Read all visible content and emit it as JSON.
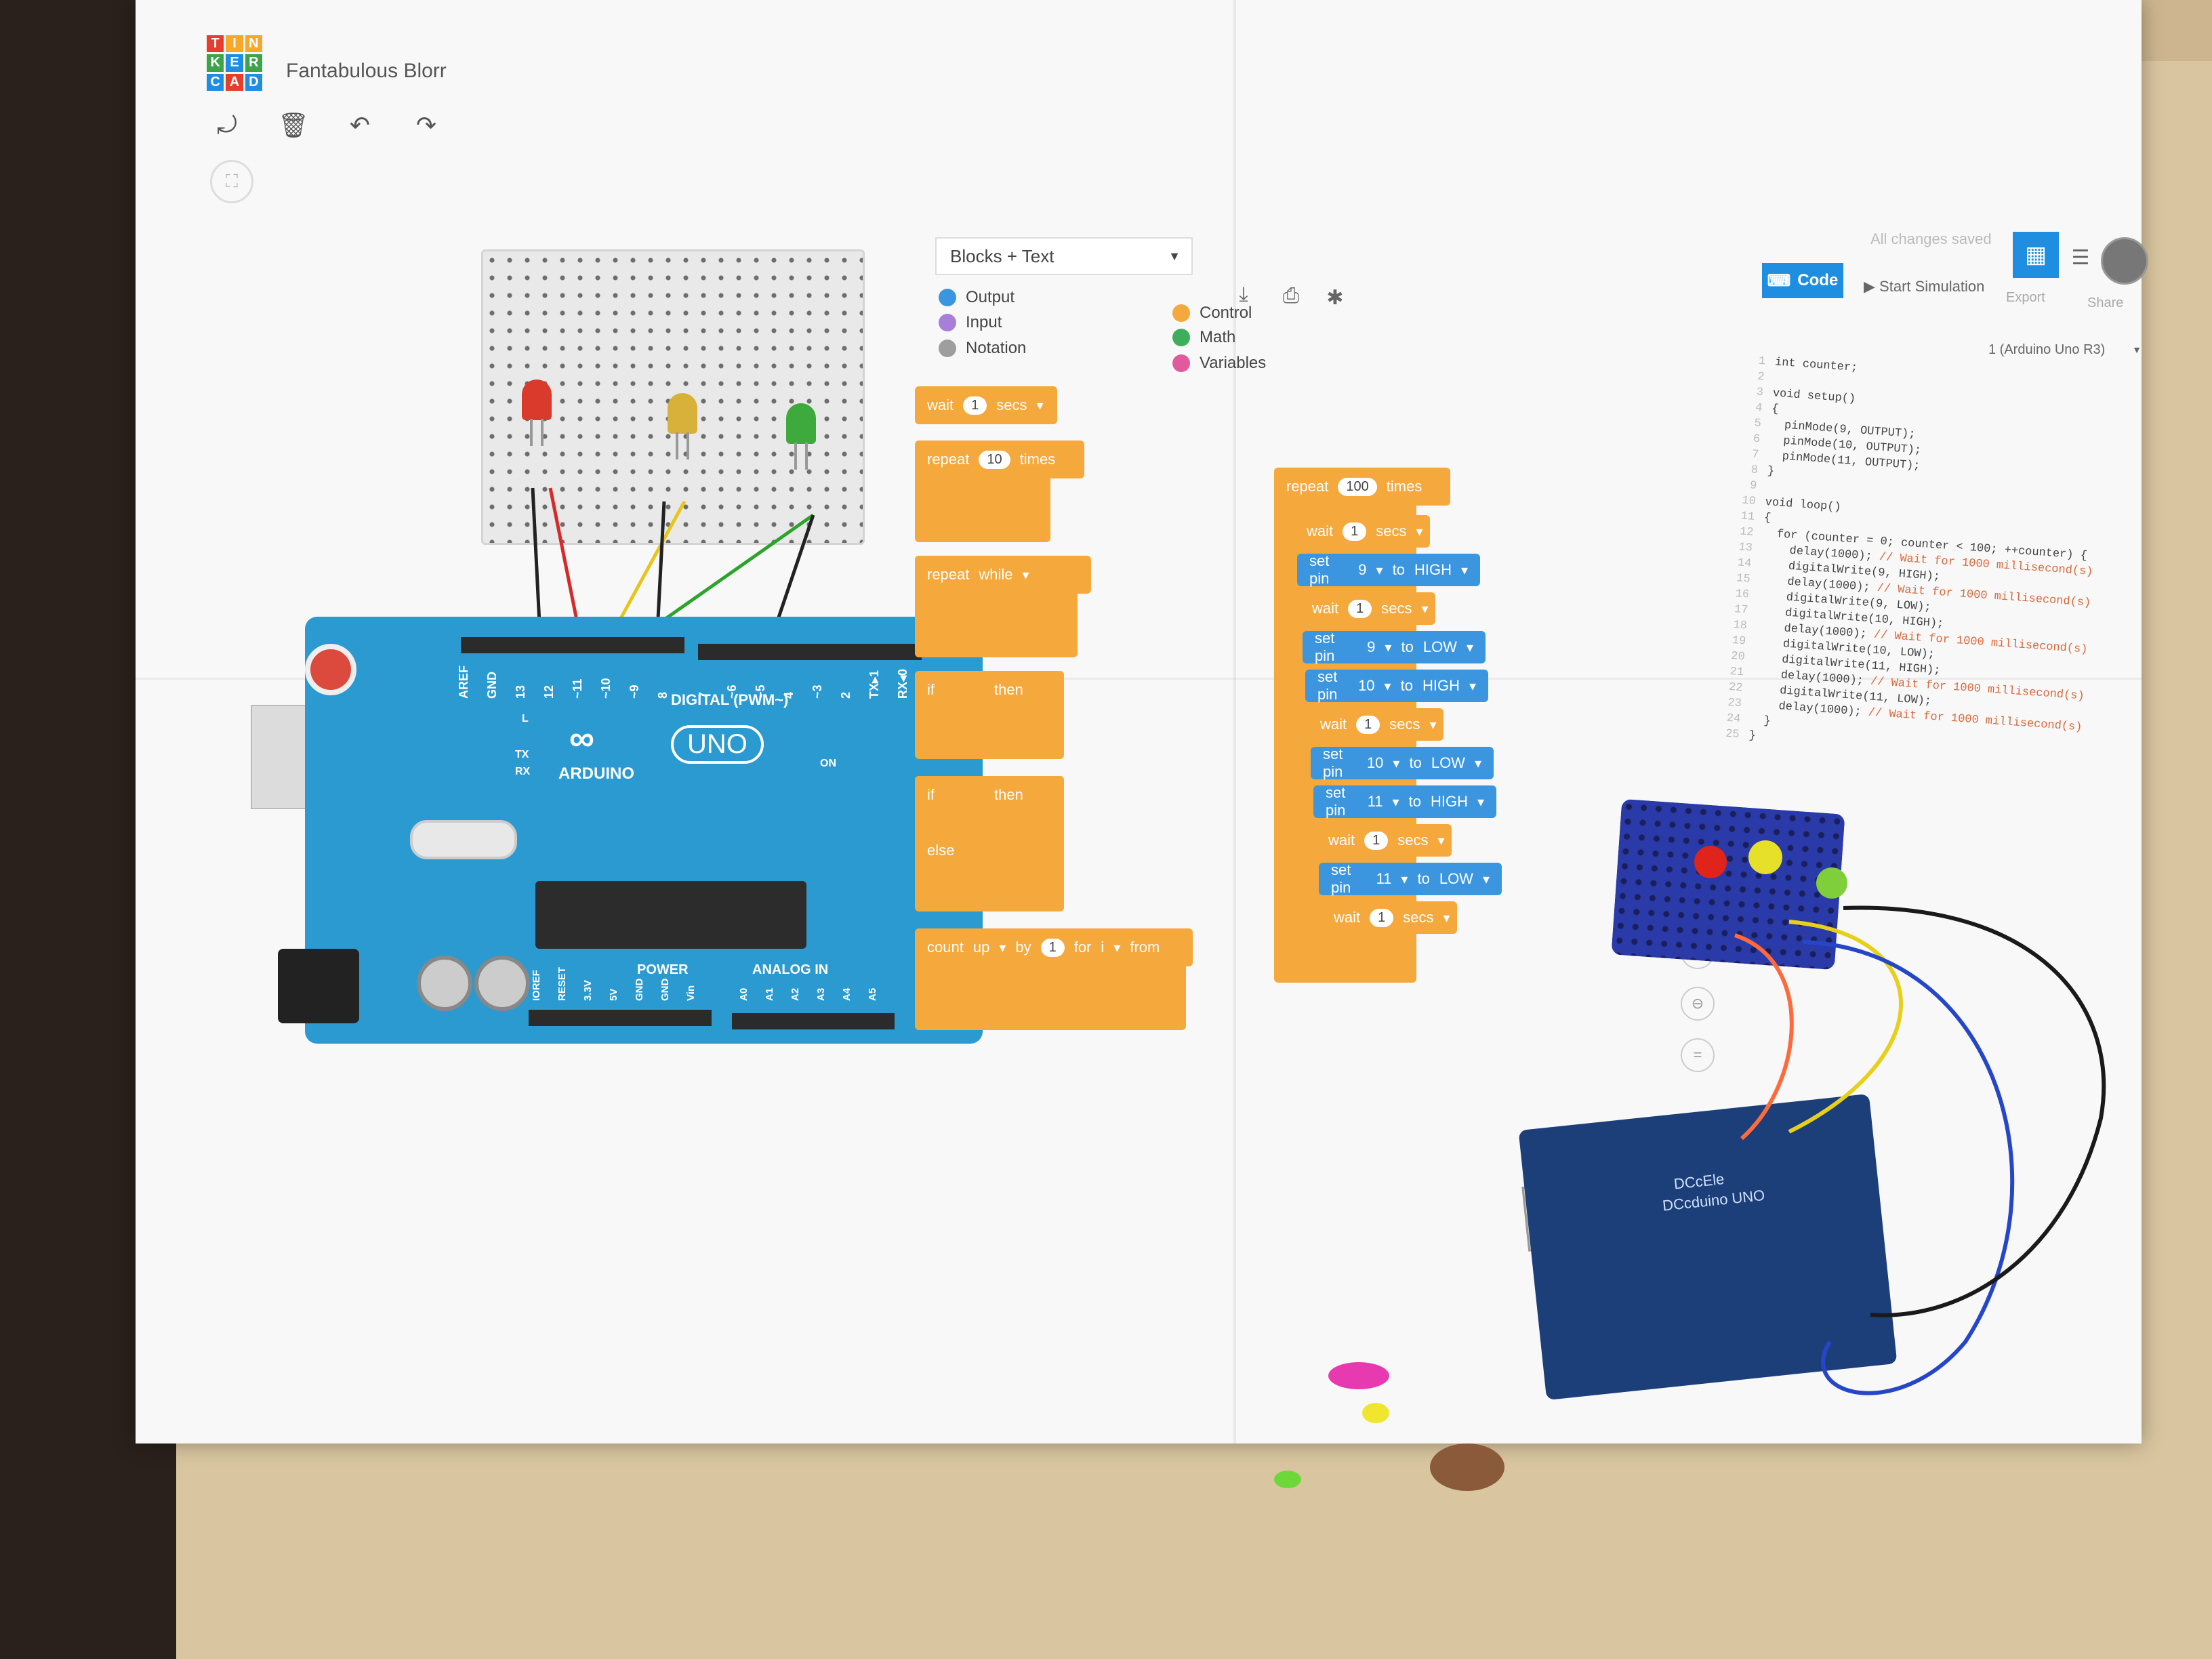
{
  "app": {
    "logo_letters": [
      "T",
      "I",
      "N",
      "K",
      "E",
      "R",
      "C",
      "A",
      "D"
    ],
    "project_title": "Fantabulous Blorr",
    "save_status": "All changes saved"
  },
  "toolbar": {
    "rotate_icon": "rotate-icon",
    "delete_icon": "trash-icon",
    "undo_icon": "undo-icon",
    "redo_icon": "redo-icon",
    "fit_icon": "fit-view-icon"
  },
  "top_right": {
    "code_label": "Code",
    "start_simulation_label": "Start Simulation",
    "export_label": "Export",
    "share_label": "Share",
    "board_selected": "1 (Arduino Uno R3)"
  },
  "code_panel": {
    "mode": "Blocks + Text",
    "categories": [
      {
        "label": "Output",
        "color": "#3b96df"
      },
      {
        "label": "Control",
        "color": "#f5a83c"
      },
      {
        "label": "Input",
        "color": "#a77ed8"
      },
      {
        "label": "Math",
        "color": "#3fae5a"
      },
      {
        "label": "Notation",
        "color": "#9e9e9e"
      },
      {
        "label": "Variables",
        "color": "#e05a9c"
      }
    ],
    "palette": {
      "wait": "wait",
      "wait_value": "1",
      "secs": "secs",
      "repeat": "repeat",
      "repeat_value": "10",
      "times": "times",
      "repeat_while": "repeat",
      "while": "while",
      "if": "if",
      "then": "then",
      "else": "else",
      "count": "count",
      "up": "up",
      "by": "by",
      "by_value": "1",
      "for": "for",
      "var": "i",
      "from": "from"
    },
    "script": {
      "repeat_label": "repeat",
      "repeat_value": "100",
      "times": "times",
      "rows": [
        {
          "kind": "wait",
          "a": "wait",
          "b": "1",
          "c": "secs"
        },
        {
          "kind": "pin",
          "a": "set pin",
          "b": "9",
          "c": "to",
          "d": "HIGH"
        },
        {
          "kind": "wait",
          "a": "wait",
          "b": "1",
          "c": "secs"
        },
        {
          "kind": "pin",
          "a": "set pin",
          "b": "9",
          "c": "to",
          "d": "LOW"
        },
        {
          "kind": "pin",
          "a": "set pin",
          "b": "10",
          "c": "to",
          "d": "HIGH"
        },
        {
          "kind": "wait",
          "a": "wait",
          "b": "1",
          "c": "secs"
        },
        {
          "kind": "pin",
          "a": "set pin",
          "b": "10",
          "c": "to",
          "d": "LOW"
        },
        {
          "kind": "pin",
          "a": "set pin",
          "b": "11",
          "c": "to",
          "d": "HIGH"
        },
        {
          "kind": "wait",
          "a": "wait",
          "b": "1",
          "c": "secs"
        },
        {
          "kind": "pin",
          "a": "set pin",
          "b": "11",
          "c": "to",
          "d": "LOW"
        },
        {
          "kind": "wait",
          "a": "wait",
          "b": "1",
          "c": "secs"
        }
      ]
    }
  },
  "arduino": {
    "brand": "ARDUINO",
    "model": "UNO",
    "digital_label": "DIGITAL (PWM~)",
    "power_label": "POWER",
    "analog_label": "ANALOG IN",
    "on_label": "ON",
    "tx_label": "TX",
    "rx_label": "RX",
    "l_label": "L",
    "top_pins": [
      "AREF",
      "GND",
      "13",
      "12",
      "~11",
      "~10",
      "~9",
      "8",
      "7",
      "~6",
      "~5",
      "4",
      "~3",
      "2",
      "TX▸1",
      "RX◂0"
    ],
    "bottom_pins": [
      "IOREF",
      "RESET",
      "3.3V",
      "5V",
      "GND",
      "GND",
      "Vin",
      "A0",
      "A1",
      "A2",
      "A3",
      "A4",
      "A5"
    ]
  },
  "leds": [
    {
      "color": "#d93a2b"
    },
    {
      "color": "#d7b13a"
    },
    {
      "color": "#3eaa3e"
    }
  ],
  "code_lines": [
    {
      "n": "1",
      "code": "int counter;",
      "comment": ""
    },
    {
      "n": "2",
      "code": "",
      "comment": ""
    },
    {
      "n": "3",
      "code": "void setup()",
      "comment": ""
    },
    {
      "n": "4",
      "code": "{",
      "comment": ""
    },
    {
      "n": "5",
      "code": "  pinMode(9, OUTPUT);",
      "comment": ""
    },
    {
      "n": "6",
      "code": "  pinMode(10, OUTPUT);",
      "comment": ""
    },
    {
      "n": "7",
      "code": "  pinMode(11, OUTPUT);",
      "comment": ""
    },
    {
      "n": "8",
      "code": "}",
      "comment": ""
    },
    {
      "n": "9",
      "code": "",
      "comment": ""
    },
    {
      "n": "10",
      "code": "void loop()",
      "comment": ""
    },
    {
      "n": "11",
      "code": "{",
      "comment": ""
    },
    {
      "n": "12",
      "code": "  for (counter = 0; counter < 100; ++counter) {",
      "comment": ""
    },
    {
      "n": "13",
      "code": "    delay(1000); ",
      "comment": "// Wait for 1000 millisecond(s)"
    },
    {
      "n": "14",
      "code": "    digitalWrite(9, HIGH);",
      "comment": ""
    },
    {
      "n": "15",
      "code": "    delay(1000); ",
      "comment": "// Wait for 1000 millisecond(s)"
    },
    {
      "n": "16",
      "code": "    digitalWrite(9, LOW);",
      "comment": ""
    },
    {
      "n": "17",
      "code": "    digitalWrite(10, HIGH);",
      "comment": ""
    },
    {
      "n": "18",
      "code": "    delay(1000); ",
      "comment": "// Wait for 1000 millisecond(s)"
    },
    {
      "n": "19",
      "code": "    digitalWrite(10, LOW);",
      "comment": ""
    },
    {
      "n": "20",
      "code": "    digitalWrite(11, HIGH);",
      "comment": ""
    },
    {
      "n": "21",
      "code": "    delay(1000); ",
      "comment": "// Wait for 1000 millisecond(s)"
    },
    {
      "n": "22",
      "code": "    digitalWrite(11, LOW);",
      "comment": ""
    },
    {
      "n": "23",
      "code": "    delay(1000); ",
      "comment": "// Wait for 1000 millisecond(s)"
    },
    {
      "n": "24",
      "code": "  }",
      "comment": ""
    },
    {
      "n": "25",
      "code": "}",
      "comment": ""
    }
  ],
  "real_board": {
    "label_a": "DCcEle",
    "label_b": "DCcduino UNO"
  }
}
